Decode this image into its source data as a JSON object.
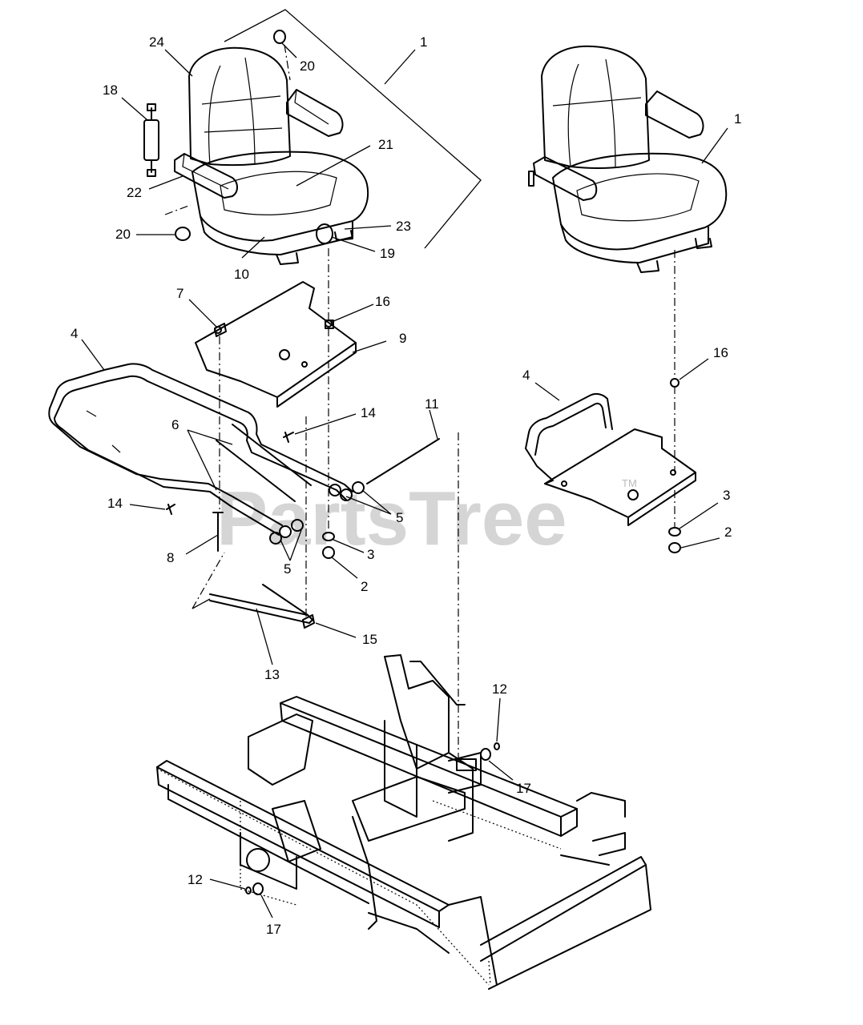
{
  "watermark": {
    "text": "PartsTree",
    "trademark": "TM"
  },
  "callouts": {
    "c1a": "1",
    "c24": "24",
    "c20a": "20",
    "c18": "18",
    "c21": "21",
    "c22": "22",
    "c20b": "20",
    "c23": "23",
    "c19": "19",
    "c10": "10",
    "c7": "7",
    "c16a": "16",
    "c9": "9",
    "c4a": "4",
    "c14a": "14",
    "c11": "11",
    "c6": "6",
    "c14b": "14",
    "c5a": "5",
    "c8": "8",
    "c5b": "5",
    "c3a": "3",
    "c2a": "2",
    "c15": "15",
    "c13": "13",
    "c12a": "12",
    "c17a": "17",
    "c12b": "12",
    "c17b": "17",
    "c1b": "1",
    "c16b": "16",
    "c4b": "4",
    "c3b": "3",
    "c2b": "2"
  }
}
